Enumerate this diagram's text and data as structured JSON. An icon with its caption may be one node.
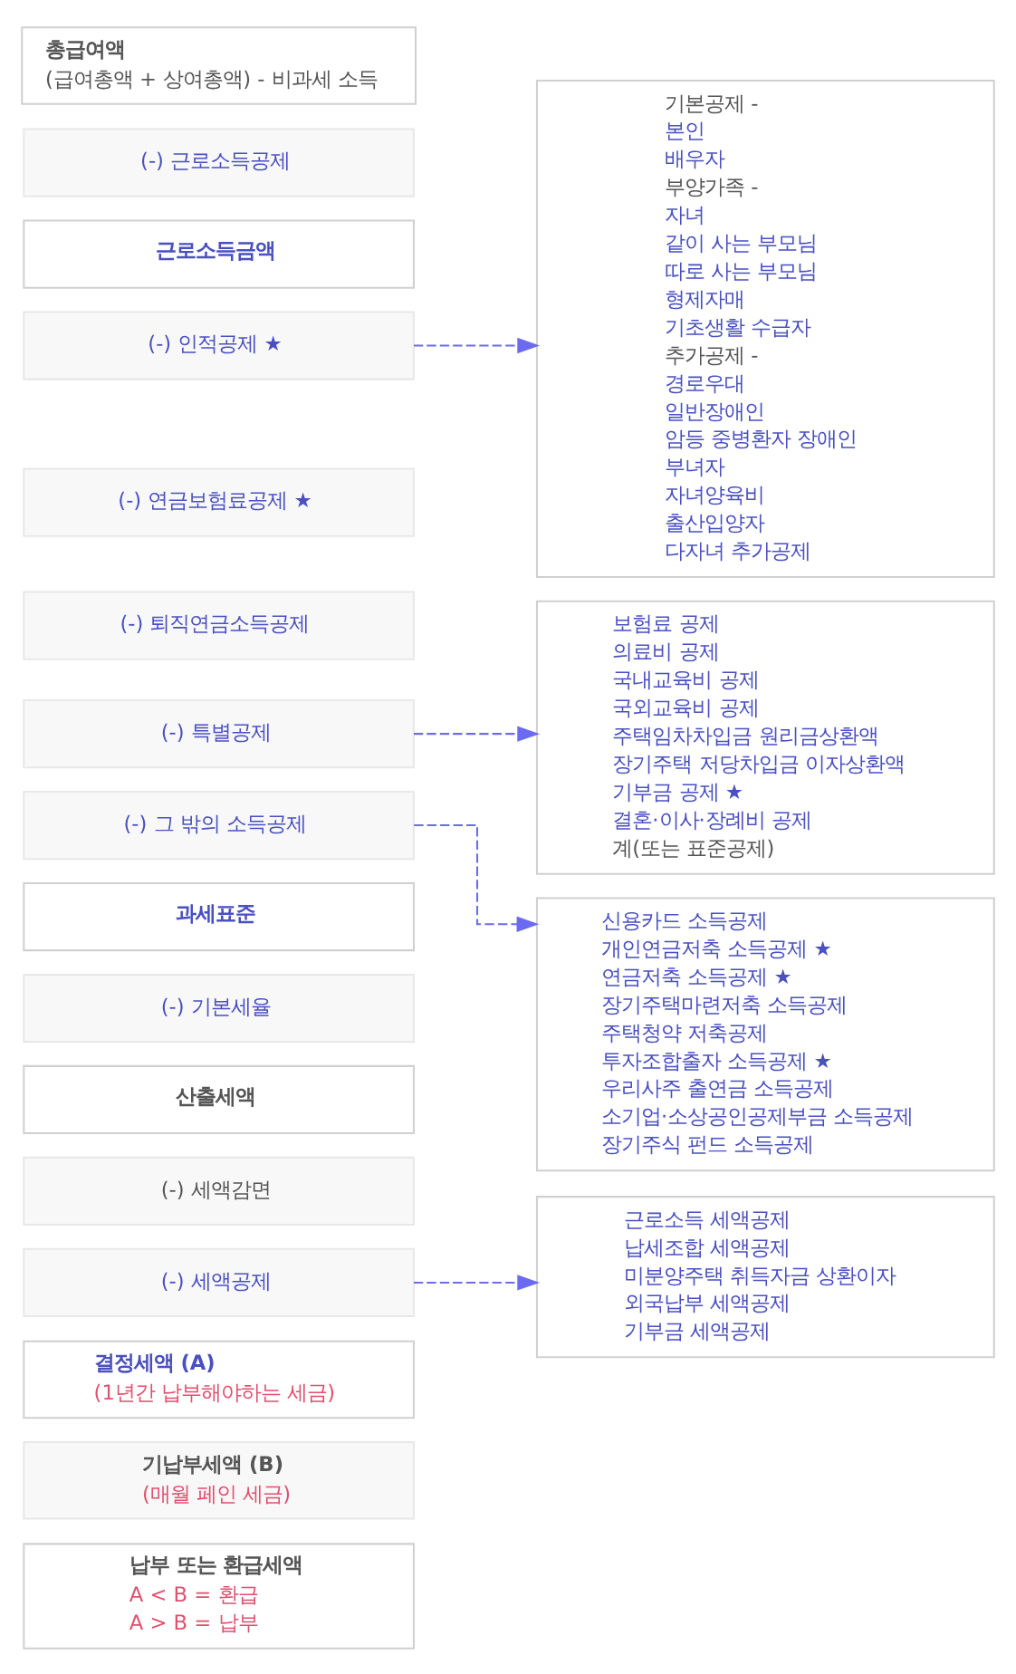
{
  "diagram": {
    "nodes": [
      {
        "text": [
          "총급여액",
          "(급여총액 + 상여총액) - 비과세 소득"
        ]
      },
      {
        "text": [
          "(-) 근로소득공제"
        ]
      },
      {
        "text": [
          "근로소득금액"
        ]
      },
      {
        "text": [
          "(-) 인적공제 ★"
        ]
      },
      {
        "text": [
          "(-) 연금보험료공제 ★"
        ]
      },
      {
        "text": [
          "(-) 퇴직연금소득공제"
        ]
      },
      {
        "text": [
          "(-) 특별공제"
        ]
      },
      {
        "text": [
          "(-) 그 밖의 소득공제"
        ]
      },
      {
        "text": [
          "과세표준"
        ]
      },
      {
        "text": [
          "(-) 기본세율"
        ]
      },
      {
        "text": [
          "산출세액"
        ]
      },
      {
        "text": [
          "(-) 세액감면"
        ]
      },
      {
        "text": [
          "(-) 세액공제"
        ]
      },
      {
        "text": [
          "결정세액 (A)",
          "(1년간 납부해야하는 세금)"
        ]
      },
      {
        "text": [
          "기납부세액 (B)",
          "(매월 페인 세금)"
        ]
      },
      {
        "text": [
          "납부 또는 환급세액",
          "A < B = 환급",
          "A > B = 납부"
        ]
      },
      {
        "text": [
          "기본공제 -",
          "본인",
          "배우자",
          "부양가족 -",
          "자녀",
          "같이 사는 부모님",
          "따로 사는 부모님",
          "형제자매",
          "기초생활 수급자",
          "추가공제 -",
          "경로우대",
          "일반장애인",
          "암등 중병환자 장애인",
          "부녀자",
          "자녀양육비",
          "출산입양자",
          "다자녀 추가공제"
        ]
      },
      {
        "text": [
          "보험료 공제",
          "의료비 공제",
          "국내교육비 공제",
          "국외교육비 공제",
          "주택임차차입금 원리금상환액",
          "장기주택 저당차입금 이자상환액",
          "기부금 공제 ★",
          "결혼·이사·장례비 공제",
          "계(또는 표준공제)"
        ]
      },
      {
        "text": [
          "신용카드 소득공제",
          "개인연금저축 소득공제 ★",
          "연금저축 소득공제 ★",
          "장기주택마련저축 소득공제",
          "주택청약 저축공제",
          "투자조합출자 소득공제 ★",
          "우리사주 출연금 소득공제",
          "소기업·소상공인공제부금 소득공제",
          "장기주식 펀드 소득공제"
        ]
      },
      {
        "text": [
          "근로소득 세액공제",
          "납세조합 세액공제",
          "미분양주택 취득자금 상환이자",
          "외국납부 세액공제",
          "기부금 세액공제"
        ]
      }
    ],
    "edges": [
      {
        "from": 3,
        "to": 16,
        "arrow": "to",
        "style": "dashed"
      },
      {
        "from": 6,
        "to": 17,
        "arrow": "to",
        "style": "dashed"
      },
      {
        "from": 7,
        "to": 18,
        "arrow": "to",
        "style": "dashed"
      },
      {
        "from": 12,
        "to": 19,
        "arrow": "to",
        "style": "dashed"
      }
    ]
  }
}
